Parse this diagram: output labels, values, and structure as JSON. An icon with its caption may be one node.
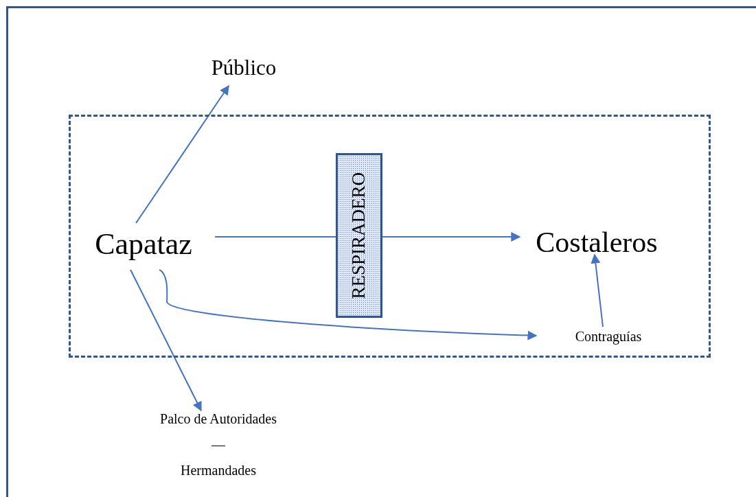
{
  "diagram": {
    "nodes": [
      {
        "text": [],
        "shape": "box"
      },
      {
        "text": [
          "Público"
        ]
      },
      {
        "text": [
          "Capataz"
        ],
        "in": 0
      },
      {
        "text": [
          "RESPIRADERO"
        ],
        "in": 0
      },
      {
        "text": [
          "Costaleros"
        ],
        "in": 0
      },
      {
        "text": [
          "Contraguías"
        ],
        "in": 0
      },
      {
        "text": [
          "Palco de Autoridades",
          "—",
          "Hermandades"
        ]
      }
    ],
    "edges": [
      {
        "from": 2,
        "to": 1,
        "arrow": "to"
      },
      {
        "from": 2,
        "to": 3,
        "arrow": "none"
      },
      {
        "from": 3,
        "to": 4,
        "arrow": "to"
      },
      {
        "from": 2,
        "to": 6,
        "arrow": "to"
      },
      {
        "from": 2,
        "to": 5,
        "arrow": "to"
      },
      {
        "from": 5,
        "to": 4,
        "arrow": "to"
      }
    ]
  }
}
